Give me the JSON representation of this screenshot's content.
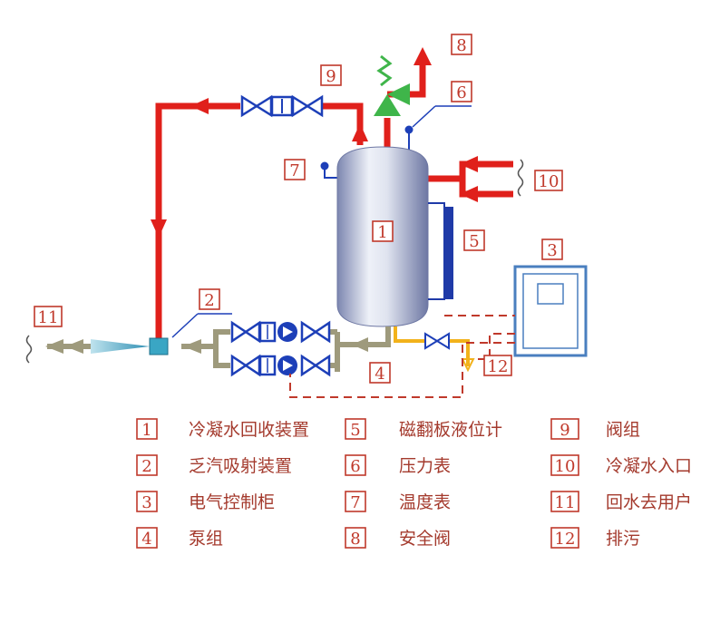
{
  "callouts": {
    "c1": "1",
    "c2": "2",
    "c3": "3",
    "c4": "4",
    "c5": "5",
    "c6": "6",
    "c7": "7",
    "c8": "8",
    "c9": "9",
    "c10": "10",
    "c11": "11",
    "c12": "12"
  },
  "legend": [
    {
      "num": "1",
      "label": "冷凝水回收装置"
    },
    {
      "num": "2",
      "label": "乏汽吸射装置"
    },
    {
      "num": "3",
      "label": "电气控制柜"
    },
    {
      "num": "4",
      "label": "泵组"
    },
    {
      "num": "5",
      "label": "磁翻板液位计"
    },
    {
      "num": "6",
      "label": "压力表"
    },
    {
      "num": "7",
      "label": "温度表"
    },
    {
      "num": "8",
      "label": "安全阀"
    },
    {
      "num": "9",
      "label": "阀组"
    },
    {
      "num": "10",
      "label": "冷凝水入口"
    },
    {
      "num": "11",
      "label": "回水去用户"
    },
    {
      "num": "12",
      "label": "排污"
    }
  ],
  "colors": {
    "steam_pipe": "#e0201b",
    "water_pipe": "#9e9a7c",
    "valve": "#1d3fb8",
    "tank_light": "#eef1f8",
    "tank_dark": "#7c86b0",
    "level_gauge": "#1f3aa8",
    "safety_valve": "#3fb54a",
    "drain_pipe": "#f2b21b",
    "signal_dash": "#c0392b",
    "ejector": "#3aa6c4"
  }
}
